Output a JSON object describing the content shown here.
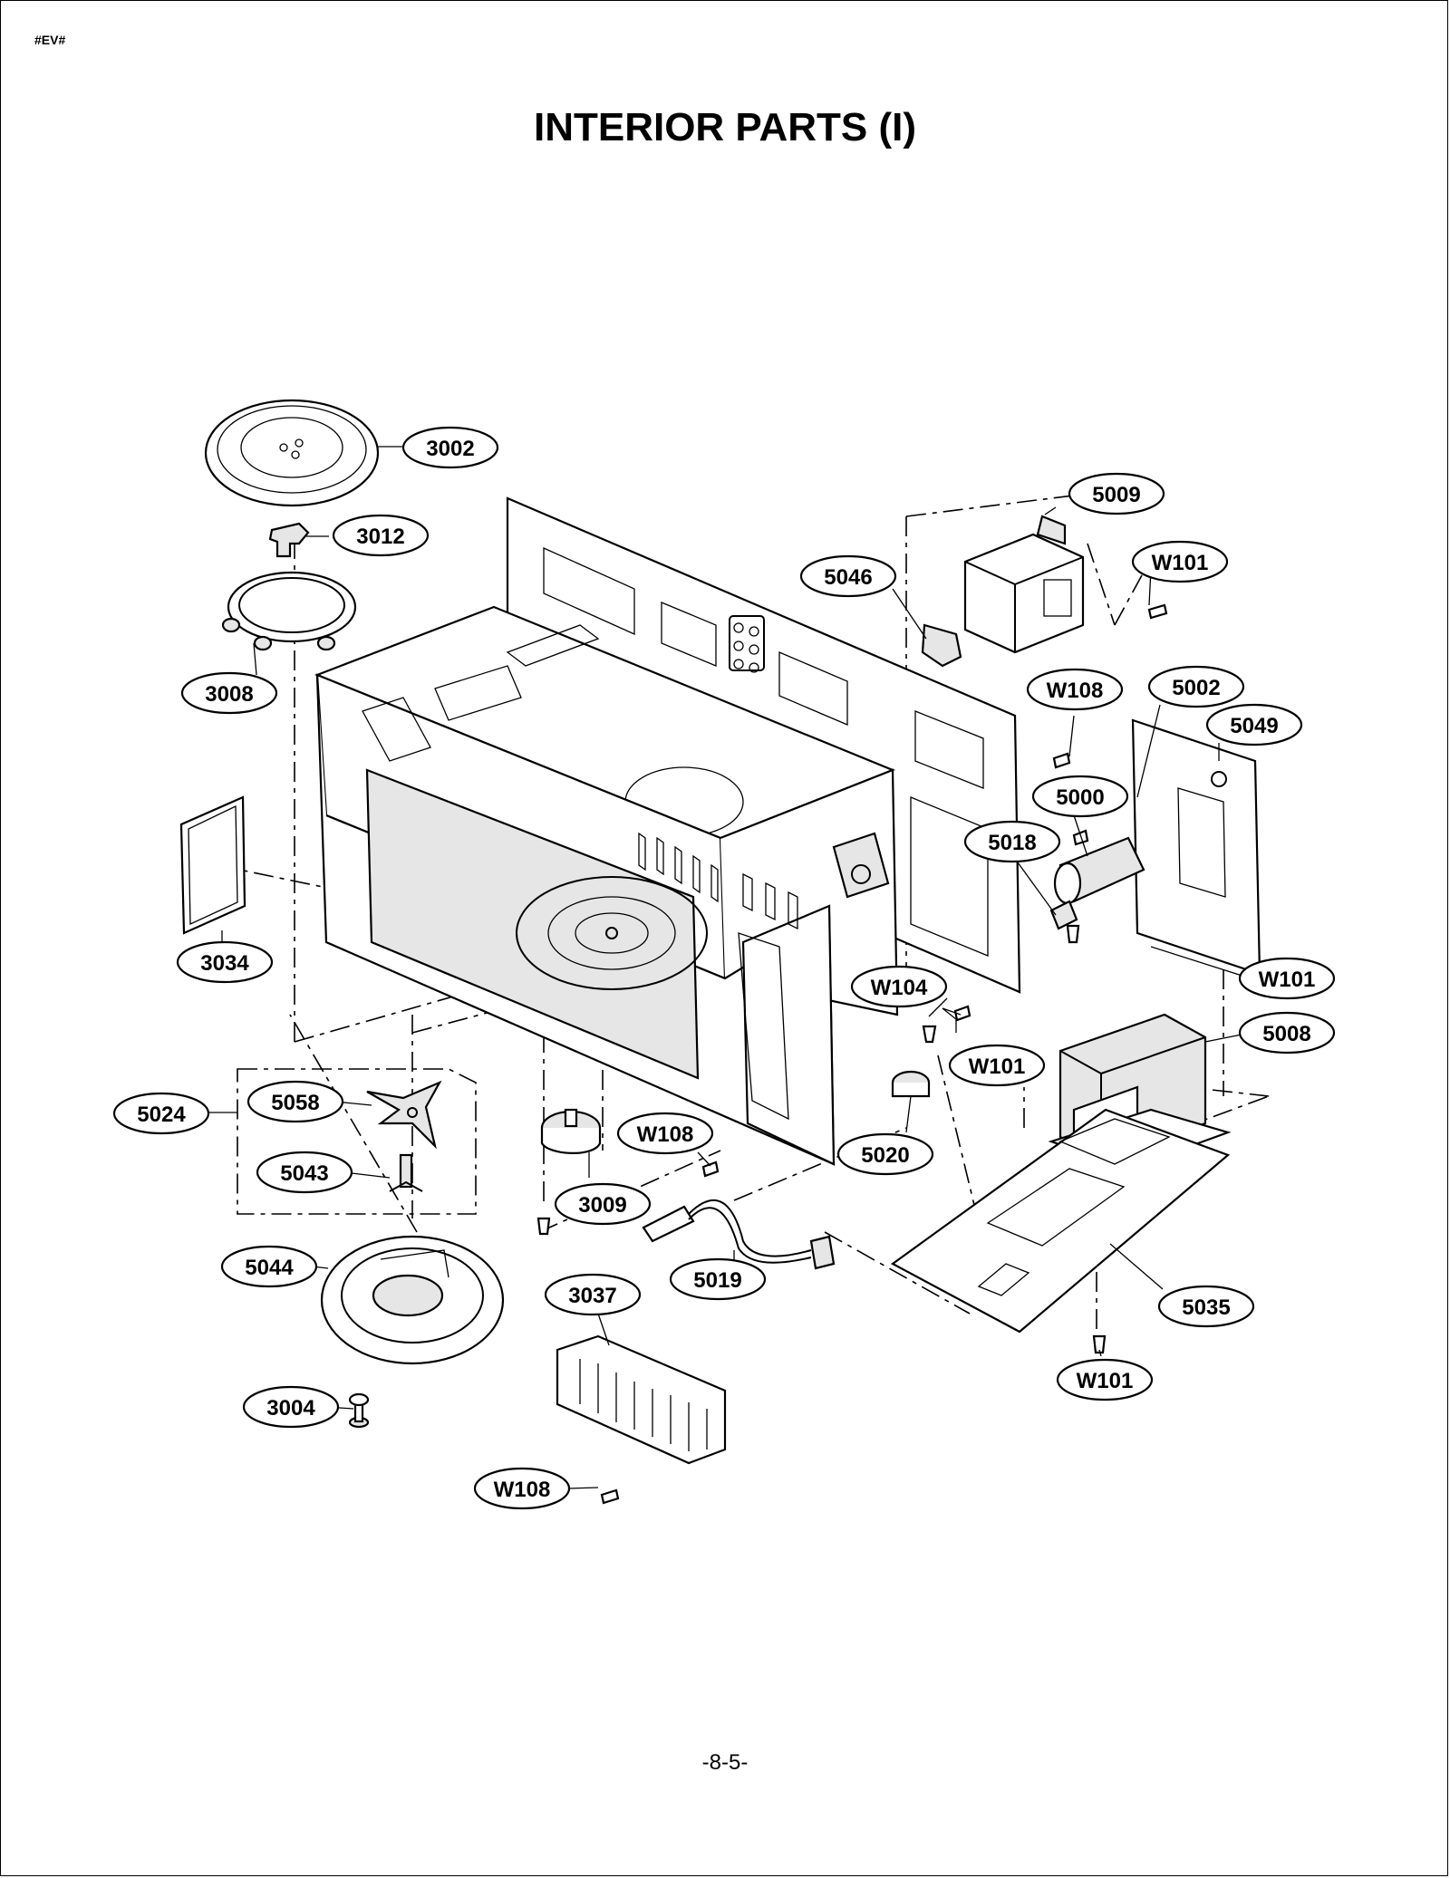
{
  "header": {
    "doc_code": "#EV#",
    "title": "INTERIOR PARTS (I)"
  },
  "footer": {
    "page_number": "-8-5-"
  },
  "callouts": [
    "3002",
    "3012",
    "3008",
    "3034",
    "5024",
    "5058",
    "5043",
    "5044",
    "3004",
    "3009",
    "W108",
    "3037",
    "W108",
    "5019",
    "5020",
    "W104",
    "W101",
    "5009",
    "W101",
    "5046",
    "W108",
    "5002",
    "5049",
    "5000",
    "5018",
    "W101",
    "5008",
    "5035",
    "W101"
  ]
}
